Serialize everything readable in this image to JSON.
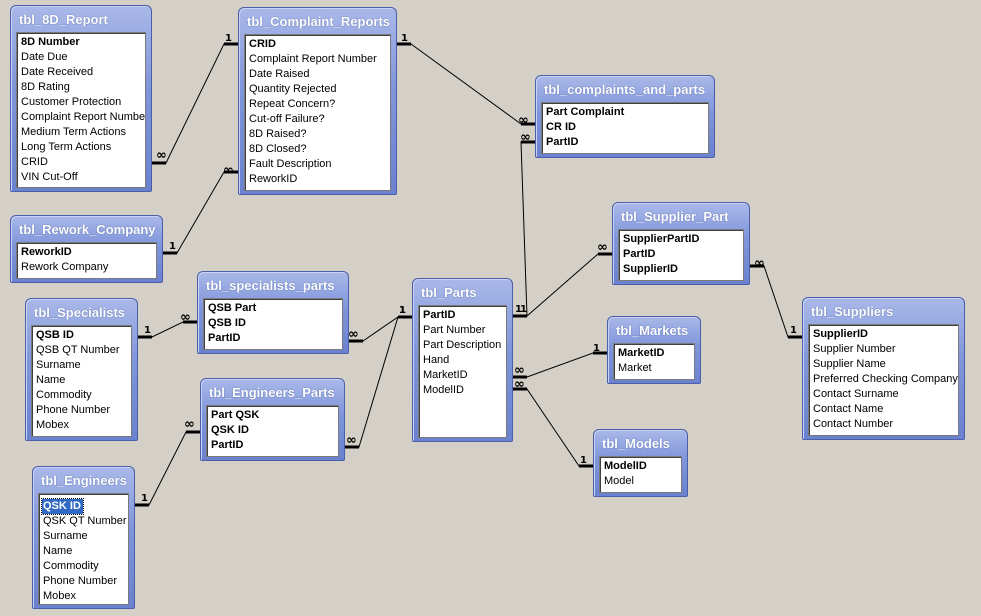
{
  "tables": {
    "r8d": {
      "title": "tbl_8D_Report",
      "fields": [
        "8D Number",
        "Date Due",
        "Date Received",
        "8D Rating",
        "Customer Protection",
        "Complaint Report Number",
        "Medium Term Actions",
        "Long Term Actions",
        "CRID",
        "VIN Cut-Off"
      ],
      "keys": [
        "8D Number"
      ]
    },
    "complaint": {
      "title": "tbl_Complaint_Reports",
      "fields": [
        "CRID",
        "Complaint Report Number",
        "Date Raised",
        "Quantity Rejected",
        "Repeat Concern?",
        "Cut-off Failure?",
        "8D Raised?",
        "8D Closed?",
        "Fault Description",
        "ReworkID"
      ],
      "keys": [
        "CRID"
      ]
    },
    "cparts": {
      "title": "tbl_complaints_and_parts",
      "fields": [
        "Part Complaint",
        "CR ID",
        "PartID"
      ],
      "keys": [
        "Part Complaint",
        "CR ID",
        "PartID"
      ]
    },
    "rework": {
      "title": "tbl_Rework_Company",
      "fields": [
        "ReworkID",
        "Rework Company"
      ],
      "keys": [
        "ReworkID"
      ]
    },
    "specialists": {
      "title": "tbl_Specialists",
      "fields": [
        "QSB ID",
        "QSB QT Number",
        "Surname",
        "Name",
        "Commodity",
        "Phone Number",
        "Mobex"
      ],
      "keys": [
        "QSB ID"
      ]
    },
    "spparts": {
      "title": "tbl_specialists_parts",
      "fields": [
        "QSB Part",
        "QSB ID",
        "PartID"
      ],
      "keys": [
        "QSB Part",
        "QSB ID",
        "PartID"
      ]
    },
    "parts": {
      "title": "tbl_Parts",
      "fields": [
        "PartID",
        "Part Number",
        "Part Description",
        "Hand",
        "MarketID",
        "ModelID"
      ],
      "keys": [
        "PartID"
      ]
    },
    "supplierpart": {
      "title": "tbl_Supplier_Part",
      "fields": [
        "SupplierPartID",
        "PartID",
        "SupplierID"
      ],
      "keys": [
        "SupplierPartID",
        "PartID",
        "SupplierID"
      ]
    },
    "suppliers": {
      "title": "tbl_Suppliers",
      "fields": [
        "SupplierID",
        "Supplier Number",
        "Supplier Name",
        "Preferred Checking Company",
        "Contact Surname",
        "Contact Name",
        "Contact Number"
      ],
      "keys": [
        "SupplierID"
      ]
    },
    "markets": {
      "title": "tbl_Markets",
      "fields": [
        "MarketID",
        "Market"
      ],
      "keys": [
        "MarketID"
      ]
    },
    "models": {
      "title": "tbl_Models",
      "fields": [
        "ModelID",
        "Model"
      ],
      "keys": [
        "ModelID"
      ]
    },
    "engparts": {
      "title": "tbl_Engineers_Parts",
      "fields": [
        "Part QSK",
        "QSK ID",
        "PartID"
      ],
      "keys": [
        "Part QSK",
        "QSK ID",
        "PartID"
      ]
    },
    "engineers": {
      "title": "tbl_Engineers",
      "fields": [
        "QSK ID",
        "QSK QT Number",
        "Surname",
        "Name",
        "Commodity",
        "Phone Number",
        "Mobex"
      ],
      "keys": [
        "QSK ID"
      ],
      "selected_field": "QSK ID"
    }
  },
  "cardinality": {
    "one": "1",
    "many": "∞"
  }
}
